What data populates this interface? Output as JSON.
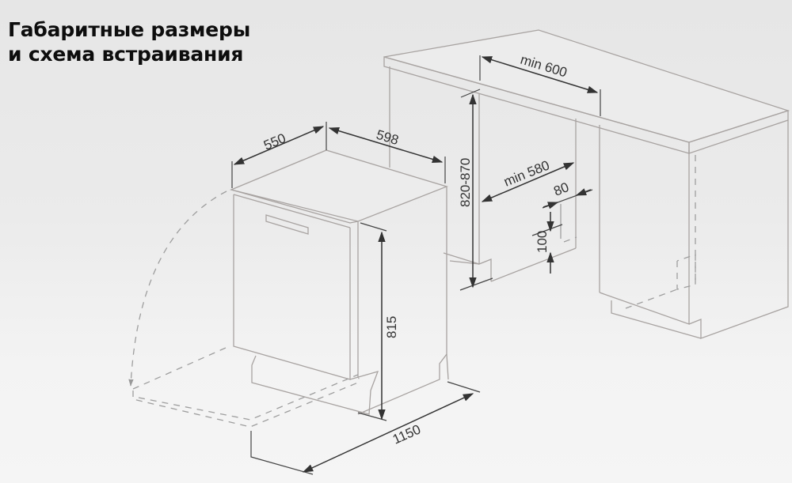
{
  "title": {
    "line1": "Габаритные размеры",
    "line2": "и схема встраивания"
  },
  "dimensions": {
    "depth": "550",
    "width": "598",
    "height": "815",
    "door_open_depth": "1150",
    "niche_width": "min 600",
    "niche_depth": "min 580",
    "niche_height": "820-870",
    "plinth_depth": "80",
    "plinth_height": "100"
  },
  "colors": {
    "background": "#ebebeb",
    "outline": "#a8a3a1",
    "dimension_line": "#333333",
    "title_text": "#0d0d0d"
  }
}
